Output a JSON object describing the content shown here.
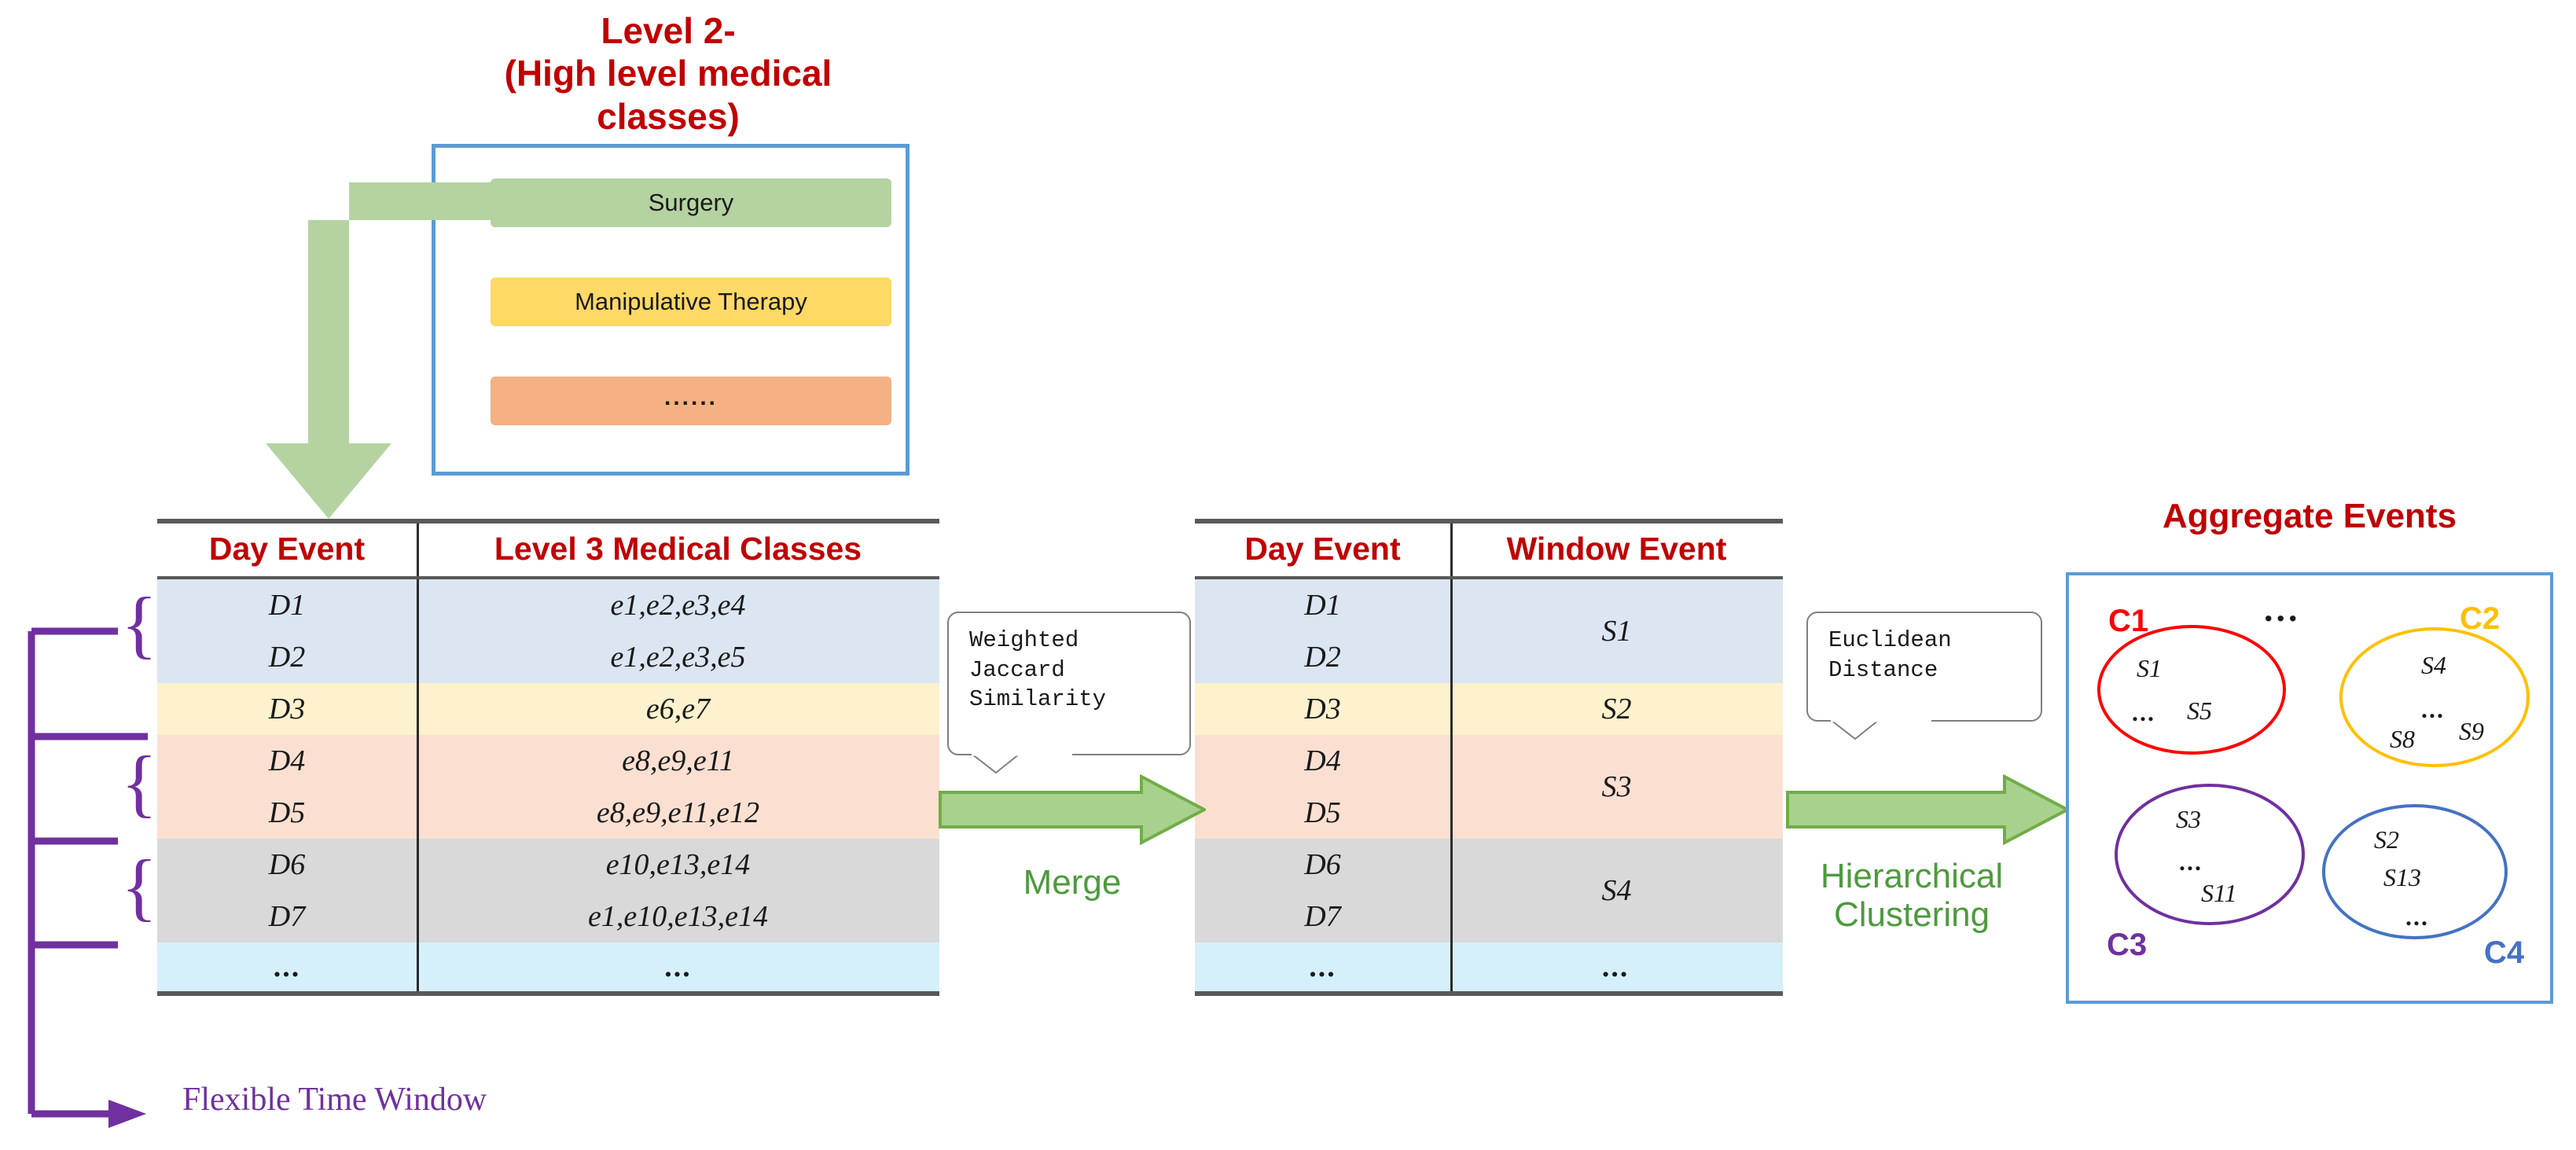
{
  "level2": {
    "title_line1": "Level 2-",
    "title_line2": "(High level medical classes)",
    "classes": [
      {
        "label": "Surgery",
        "color": "#b5d3a1"
      },
      {
        "label": "Manipulative Therapy",
        "color": "#ffd966"
      },
      {
        "label": "......",
        "color": "#f4b183"
      }
    ],
    "border_color": "#5b9bd5"
  },
  "table1": {
    "headers": [
      "Day Event",
      "Level 3  Medical Classes"
    ],
    "header_color": "#c00000",
    "rows": [
      {
        "day": "D1",
        "classes": "e1,e2,e3,e4",
        "color": "#dbe6f2"
      },
      {
        "day": "D2",
        "classes": "e1,e2,e3,e5",
        "color": "#dbe6f2"
      },
      {
        "day": "D3",
        "classes": "e6,e7",
        "color": "#fdf2cd"
      },
      {
        "day": "D4",
        "classes": "e8,e9,e11",
        "color": "#fbe0d2"
      },
      {
        "day": "D5",
        "classes": "e8,e9,e11,e12",
        "color": "#fbe0d2"
      },
      {
        "day": "D6",
        "classes": "e10,e13,e14",
        "color": "#d9d9d9"
      },
      {
        "day": "D7",
        "classes": "e1,e10,e13,e14",
        "color": "#d9d9d9"
      },
      {
        "day": "...",
        "classes": "...",
        "color": "#d6f0fb"
      }
    ]
  },
  "table2": {
    "headers": [
      "Day Event",
      "Window Event"
    ],
    "header_color": "#c00000",
    "rows": [
      {
        "day": "D1",
        "color": "#dbe6f2"
      },
      {
        "day": "D2",
        "color": "#dbe6f2"
      },
      {
        "day": "D3",
        "color": "#fdf2cd"
      },
      {
        "day": "D4",
        "color": "#fbe0d2"
      },
      {
        "day": "D5",
        "color": "#fbe0d2"
      },
      {
        "day": "D6",
        "color": "#d9d9d9"
      },
      {
        "day": "D7",
        "color": "#d9d9d9"
      },
      {
        "day": "...",
        "color": "#d6f0fb"
      }
    ],
    "window_events": [
      {
        "label": "S1",
        "span": 2,
        "color": "#dbe6f2"
      },
      {
        "label": "S2",
        "span": 1,
        "color": "#fdf2cd"
      },
      {
        "label": "S3",
        "span": 2,
        "color": "#fbe0d2"
      },
      {
        "label": "S4",
        "span": 2,
        "color": "#d9d9d9"
      },
      {
        "label": "...",
        "span": 1,
        "color": "#d6f0fb"
      }
    ]
  },
  "callouts": {
    "jaccard": "Weighted\nJaccard\nSimilarity",
    "jaccard_lines": [
      "Weighted",
      "Jaccard",
      "Similarity"
    ],
    "euclidean_lines": [
      "Euclidean",
      "Distance"
    ]
  },
  "arrows": {
    "merge_label": "Merge",
    "cluster_label_line1": "Hierarchical",
    "cluster_label_line2": "Clustering",
    "green": "#a9d18e",
    "green_stroke": "#70ad47",
    "label_color": "#4e9a3f"
  },
  "aggregate": {
    "title": "Aggregate Events",
    "title_color": "#c00000",
    "border_color": "#5b9bd5",
    "top_ellipsis": "...",
    "clusters": [
      {
        "name": "C1",
        "color": "#ff0000",
        "items": [
          "S1",
          "S5"
        ],
        "dots": "..."
      },
      {
        "name": "C2",
        "color": "#ffc000",
        "items": [
          "S4",
          "S8",
          "S9"
        ],
        "dots": "..."
      },
      {
        "name": "C3",
        "color": "#7030a0",
        "items": [
          "S3",
          "S11"
        ],
        "dots": "..."
      },
      {
        "name": "C4",
        "color": "#4472c4",
        "items": [
          "S2",
          "S13"
        ],
        "dots": "..."
      }
    ]
  },
  "time_window": {
    "label": "Flexible Time Window",
    "color": "#7030a0",
    "brace": "{"
  }
}
